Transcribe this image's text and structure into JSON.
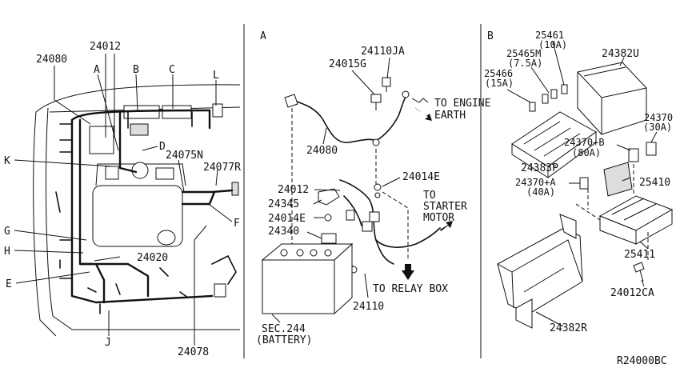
{
  "sections": {
    "a": "A",
    "b": "B"
  },
  "panel_left": {
    "parts": {
      "p24080": "24080",
      "p24012": "24012",
      "p24075N": "24075N",
      "p24077R": "24077R",
      "p24020": "24020",
      "p24078": "24078"
    },
    "letters": [
      "A",
      "B",
      "C",
      "L",
      "D",
      "K",
      "F",
      "G",
      "H",
      "E",
      "J"
    ]
  },
  "panel_a": {
    "parts": {
      "p24110JA": "24110JA",
      "p24015G": "24015G",
      "p24080": "24080",
      "p24014E_top": "24014E",
      "p24012": "24012",
      "p24345": "24345",
      "p24014E": "24014E",
      "p24340": "24340",
      "p24110": "24110"
    },
    "notes": {
      "engine_earth_1": "TO ENGINE",
      "engine_earth_2": "EARTH",
      "starter_1": "TO",
      "starter_2": "STARTER",
      "starter_3": "MOTOR",
      "relay": "TO RELAY BOX",
      "battery_1": "SEC.244",
      "battery_2": "(BATTERY)"
    }
  },
  "panel_b": {
    "parts": {
      "p25461": "25461",
      "p25461_r": "(10A)",
      "p25465M": "25465M",
      "p25465M_r": "(7.5A)",
      "p25466": "25466",
      "p25466_r": "(15A)",
      "p24382U": "24382U",
      "p24370": "24370",
      "p24370_r": "(30A)",
      "p24370B": "24370+B",
      "p24370B_r": "(80A)",
      "p24383P": "24383P",
      "p24370A": "24370+A",
      "p24370A_r": "(40A)",
      "p25410": "25410",
      "p25411": "25411",
      "p24012CA": "24012CA",
      "p24382R": "24382R"
    }
  },
  "diagram_code": "R24000BC"
}
